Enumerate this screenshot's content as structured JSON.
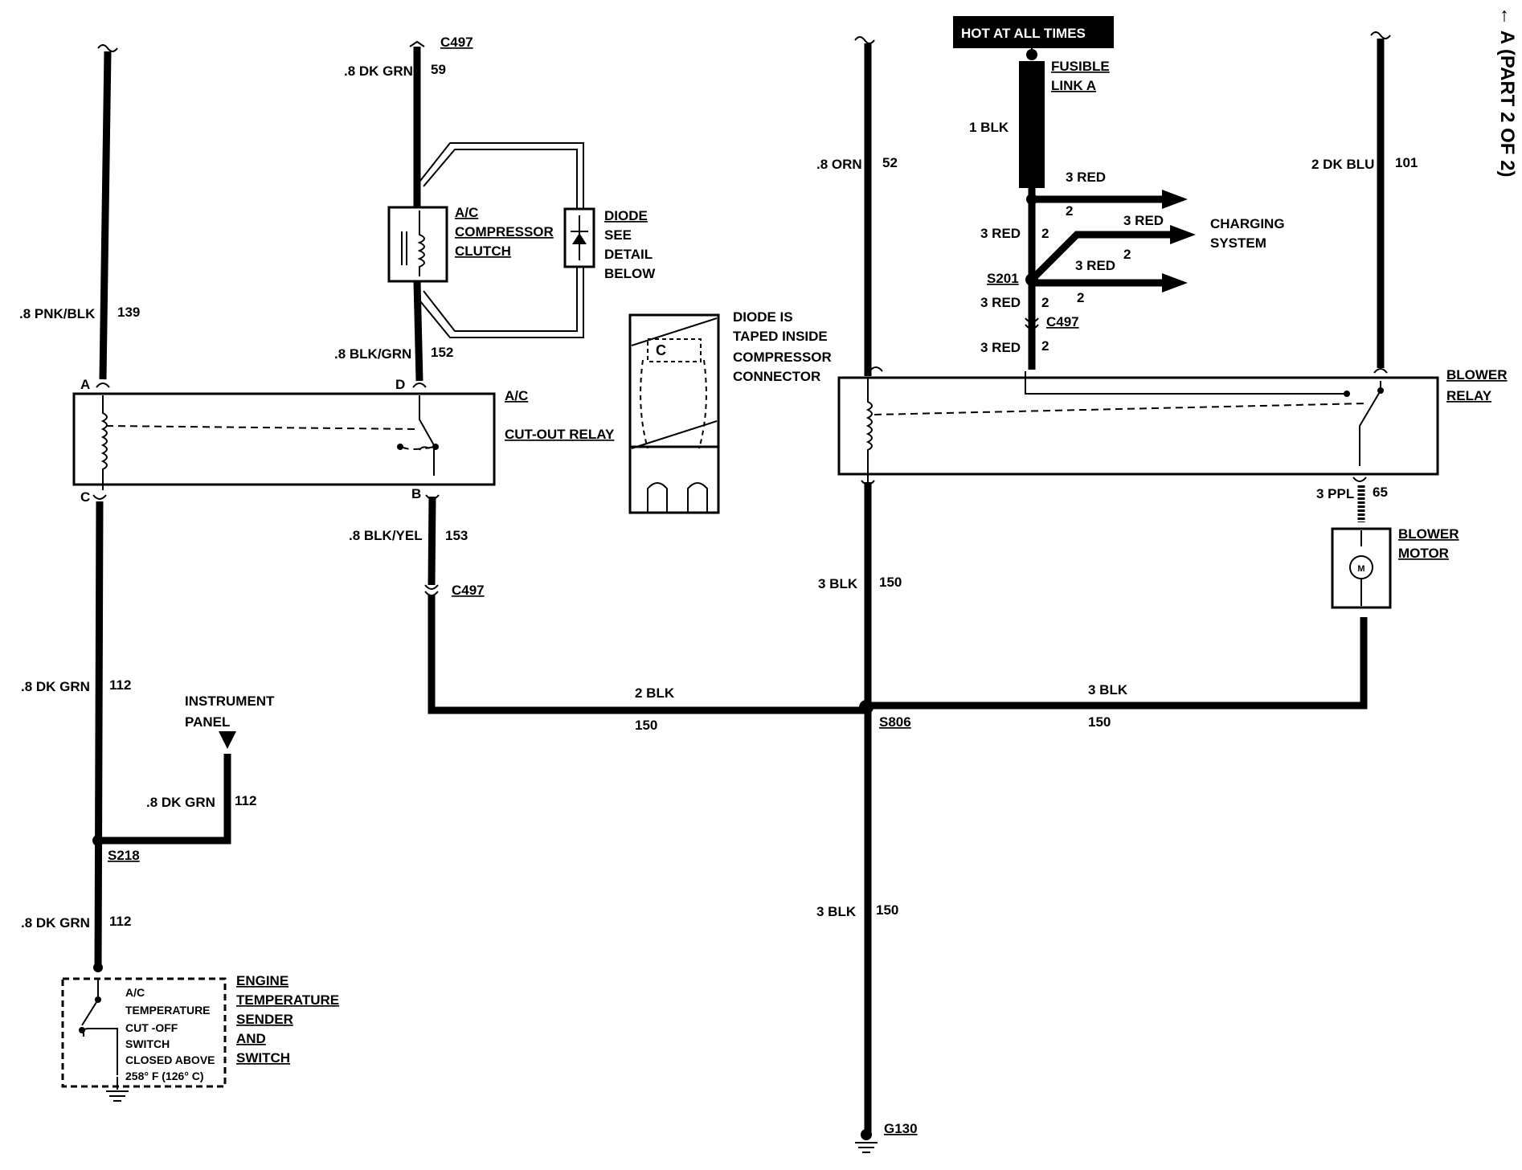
{
  "page_side_label": "← A (PART 2 OF 2)",
  "hot_at_all_times": "HOT AT ALL TIMES",
  "fusible_link": [
    "FUSIBLE",
    "LINK A"
  ],
  "charging_system": [
    "CHARGING",
    "SYSTEM"
  ],
  "components": {
    "ac_cutout_relay": [
      "A/C",
      "CUT-OUT RELAY"
    ],
    "ac_compressor_clutch": [
      "A/C",
      "COMPRESSOR",
      "CLUTCH"
    ],
    "diode": [
      "DIODE",
      "SEE",
      "DETAIL",
      "BELOW"
    ],
    "diode_detail": [
      "DIODE IS",
      "TAPED INSIDE",
      "COMPRESSOR",
      "CONNECTOR"
    ],
    "blower_relay": [
      "BLOWER",
      "RELAY"
    ],
    "blower_motor": [
      "BLOWER",
      "MOTOR"
    ],
    "motor_symbol": "M",
    "engine_temp_sender": [
      "ENGINE",
      "TEMPERATURE",
      "SENDER",
      "AND",
      "SWITCH"
    ],
    "ac_temp_switch": [
      "A/C",
      "TEMPERATURE",
      "CUT -OFF",
      "SWITCH",
      "CLOSED ABOVE",
      "258° F (126° C)"
    ],
    "instrument_panel": [
      "INSTRUMENT",
      "PANEL"
    ]
  },
  "relay_pins": {
    "a": "A",
    "c": "C",
    "d": "D",
    "b": "B"
  },
  "connectors": {
    "c497": "C497",
    "s201": "S201",
    "s218": "S218",
    "s806": "S806",
    "g130": "G130"
  },
  "wires": {
    "pnk_blk": {
      "gauge_color": ".8 PNK/BLK",
      "circuit": "139"
    },
    "dk_grn_59": {
      "gauge_color": ".8 DK GRN",
      "circuit": "59"
    },
    "blk_grn": {
      "gauge_color": ".8 BLK/GRN",
      "circuit": "152"
    },
    "blk_yel": {
      "gauge_color": ".8 BLK/YEL",
      "circuit": "153"
    },
    "dk_grn_112_upper": {
      "gauge_color": ".8 DK GRN",
      "circuit": "112"
    },
    "dk_grn_112_panel": {
      "gauge_color": ".8 DK GRN",
      "circuit": "112"
    },
    "dk_grn_112_lower": {
      "gauge_color": ".8 DK GRN",
      "circuit": "112"
    },
    "orn": {
      "gauge_color": ".8 ORN",
      "circuit": "52"
    },
    "blk_fusible": {
      "gauge_color": "1 BLK"
    },
    "red_top": {
      "gauge_color": "3 RED",
      "circuit": "2"
    },
    "red_mid": {
      "gauge_color": "3 RED"
    },
    "red_low": {
      "gauge_color": "3 RED",
      "circuit": "2"
    },
    "red_left1": {
      "gauge_color": "3 RED",
      "circuit": "2"
    },
    "red_left2": {
      "gauge_color": "3 RED",
      "circuit": "2"
    },
    "red_left3": {
      "gauge_color": "3 RED",
      "circuit": "2"
    },
    "dk_blu": {
      "gauge_color": "2 DK BLU",
      "circuit": "101"
    },
    "ppl": {
      "gauge_color": "3 PPL",
      "circuit": "65"
    },
    "blk_2_150": {
      "gauge_color": "2 BLK",
      "circuit": "150"
    },
    "blk_3_150_right": {
      "gauge_color": "3 BLK",
      "circuit": "150"
    },
    "blk_3_150_upper": {
      "gauge_color": "3 BLK",
      "circuit": "150"
    },
    "blk_3_150_lower": {
      "gauge_color": "3 BLK",
      "circuit": "150"
    }
  },
  "extra_circuit_labels": {
    "red_mid_circuit": "2",
    "red_low_circuit_b": "2"
  }
}
